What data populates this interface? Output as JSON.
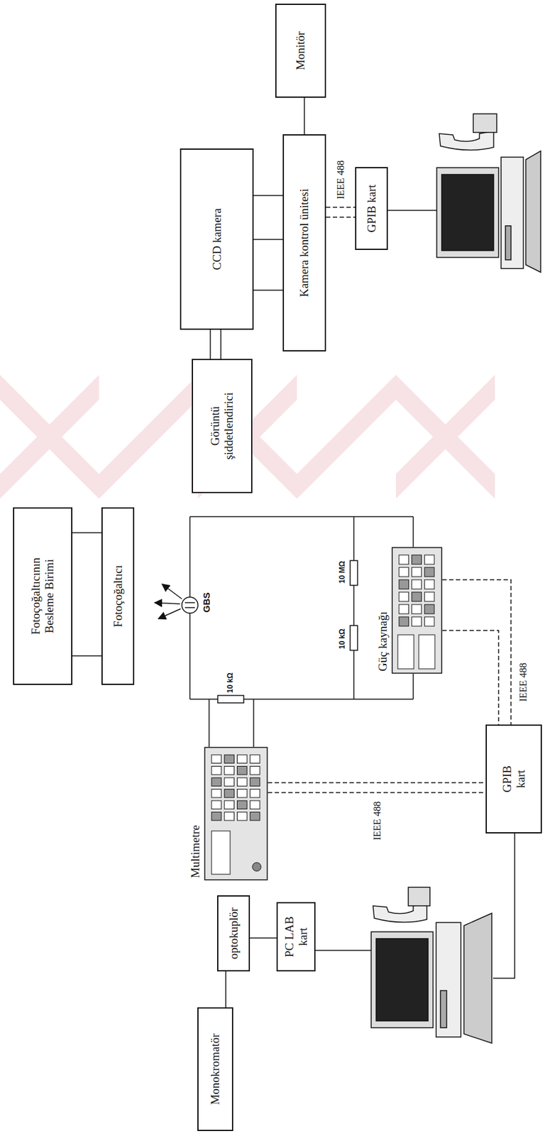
{
  "diagram": {
    "nodes": [
      {
        "text": [
          "Monokromatör"
        ]
      },
      {
        "text": [
          "optokuplör"
        ]
      },
      {
        "text": [
          "PC LAB kart"
        ]
      },
      {
        "text": [
          "Multimetre"
        ]
      },
      {
        "text": [
          "GPIB kart"
        ]
      },
      {
        "text": [
          "Fotoçoğaltıcının Besleme Birimi"
        ]
      },
      {
        "text": [
          "Fotoçoğaltıcı"
        ]
      },
      {
        "text": [
          "Güç kaynağı"
        ]
      },
      {
        "text": [
          "Görüntü şiddetlendirici"
        ]
      },
      {
        "text": [
          "CCD kamera"
        ]
      },
      {
        "text": [
          "Kamera kontrol ünitesi"
        ]
      },
      {
        "text": [
          "Monitör"
        ]
      },
      {
        "text": [
          "GPIB kart"
        ]
      }
    ],
    "edges": [
      {
        "from": 0,
        "to": 1,
        "arrow": "none"
      },
      {
        "from": 1,
        "to": 2,
        "arrow": "none"
      },
      {
        "from": 3,
        "to": 4,
        "label": "IEEE 488",
        "arrow": "none"
      },
      {
        "from": 7,
        "to": 4,
        "label": "IEEE 488",
        "arrow": "none"
      },
      {
        "from": 5,
        "to": 6,
        "arrow": "none"
      },
      {
        "from": 5,
        "to": 6,
        "arrow": "none"
      },
      {
        "from": 8,
        "to": 9,
        "arrow": "none"
      },
      {
        "from": 8,
        "to": 9,
        "arrow": "none"
      },
      {
        "from": 9,
        "to": 10,
        "arrow": "none"
      },
      {
        "from": 9,
        "to": 10,
        "arrow": "none"
      },
      {
        "from": 9,
        "to": 10,
        "arrow": "none"
      },
      {
        "from": 10,
        "to": 11,
        "arrow": "none"
      },
      {
        "from": 10,
        "to": 12,
        "label": "IEEE 488",
        "arrow": "none"
      }
    ],
    "labels": [
      "GBS",
      "10 kΩ",
      "10 kΩ",
      "10 MΩ"
    ]
  }
}
